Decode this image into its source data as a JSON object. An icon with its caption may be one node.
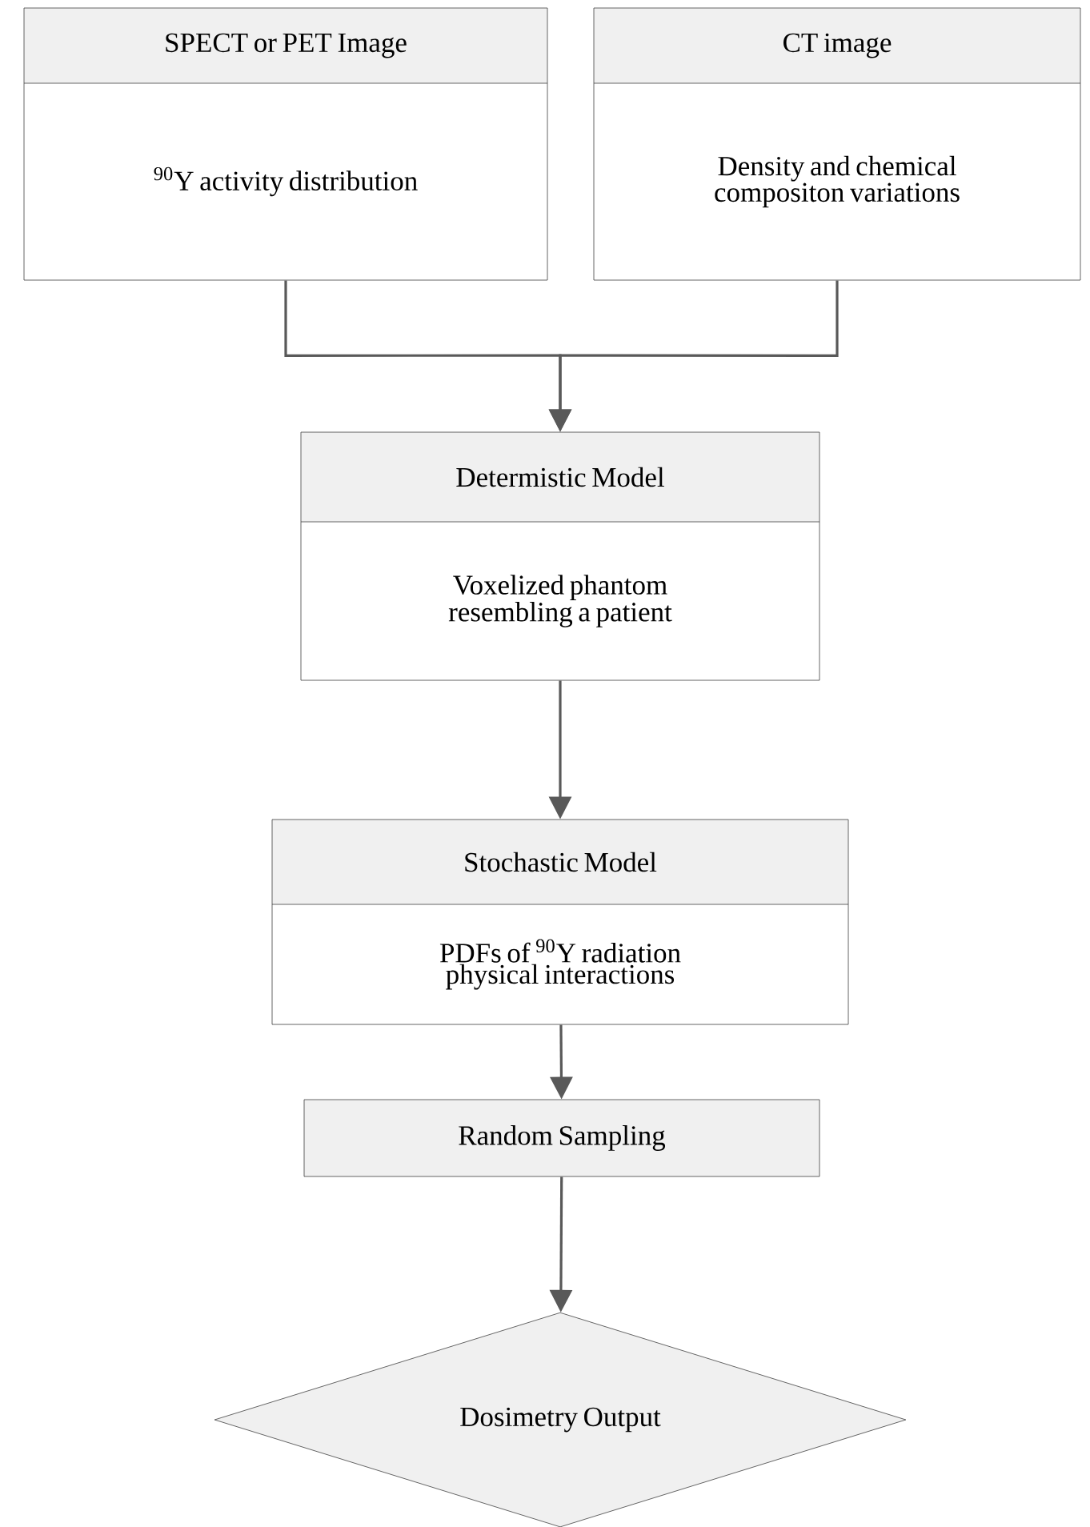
{
  "diagram": {
    "nodes": [
      {
        "text": [
          "SPECT or PET Image",
          "$^{90}$Y activity distribution"
        ]
      },
      {
        "text": [
          "CT image",
          "Density and chemical compositon variations"
        ]
      },
      {
        "text": [
          "Determistic Model",
          "Voxelized phantom resembling a patient"
        ]
      },
      {
        "text": [
          "Stochastic Model",
          "PDFs of $^{90}$Y radiation physical interactions"
        ]
      },
      {
        "text": [
          "Random Sampling"
        ]
      },
      {
        "text": [
          "Dosimetry Output"
        ]
      }
    ],
    "edges": [
      {
        "from": 0,
        "to": 2,
        "arrow": "to"
      },
      {
        "from": 1,
        "to": 2,
        "arrow": "to"
      },
      {
        "from": 2,
        "to": 3,
        "arrow": "to"
      },
      {
        "from": 3,
        "to": 4,
        "arrow": "to"
      },
      {
        "from": 4,
        "to": 5,
        "arrow": "to"
      }
    ]
  }
}
